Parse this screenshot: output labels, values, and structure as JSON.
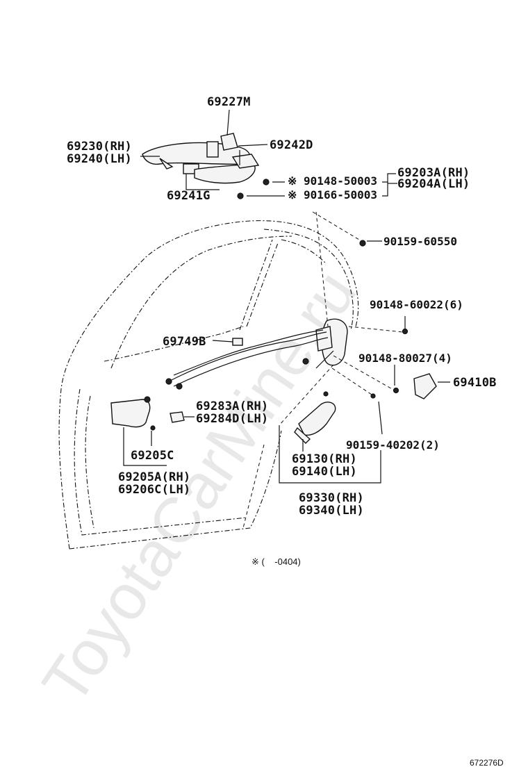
{
  "watermark": "ToyotaCarMine.ru",
  "note": "※ (    -0404)",
  "diagram_code": "672276D",
  "labels": {
    "l69227M": "69227M",
    "l69230": "69230(RH)",
    "l69240": "69240(LH)",
    "l69242D": "69242D",
    "l90148_50003": "※ 90148-50003",
    "l90166_50003": "※ 90166-50003",
    "l69203A": "69203A(RH)",
    "l69204A": "69204A(LH)",
    "l69241G": "69241G",
    "l90159_60550": "90159-60550",
    "l90148_60022": "90148-60022(6)",
    "l69749B": "69749B",
    "l90148_80027": "90148-80027(4)",
    "l69410B": "69410B",
    "l69283A": "69283A(RH)",
    "l69284D": "69284D(LH)",
    "l90159_40202": "90159-40202(2)",
    "l69205C": "69205C",
    "l69130": "69130(RH)",
    "l69140": "69140(LH)",
    "l69205A": "69205A(RH)",
    "l69206C": "69206C(LH)",
    "l69330": "69330(RH)",
    "l69340": "69340(LH)"
  }
}
